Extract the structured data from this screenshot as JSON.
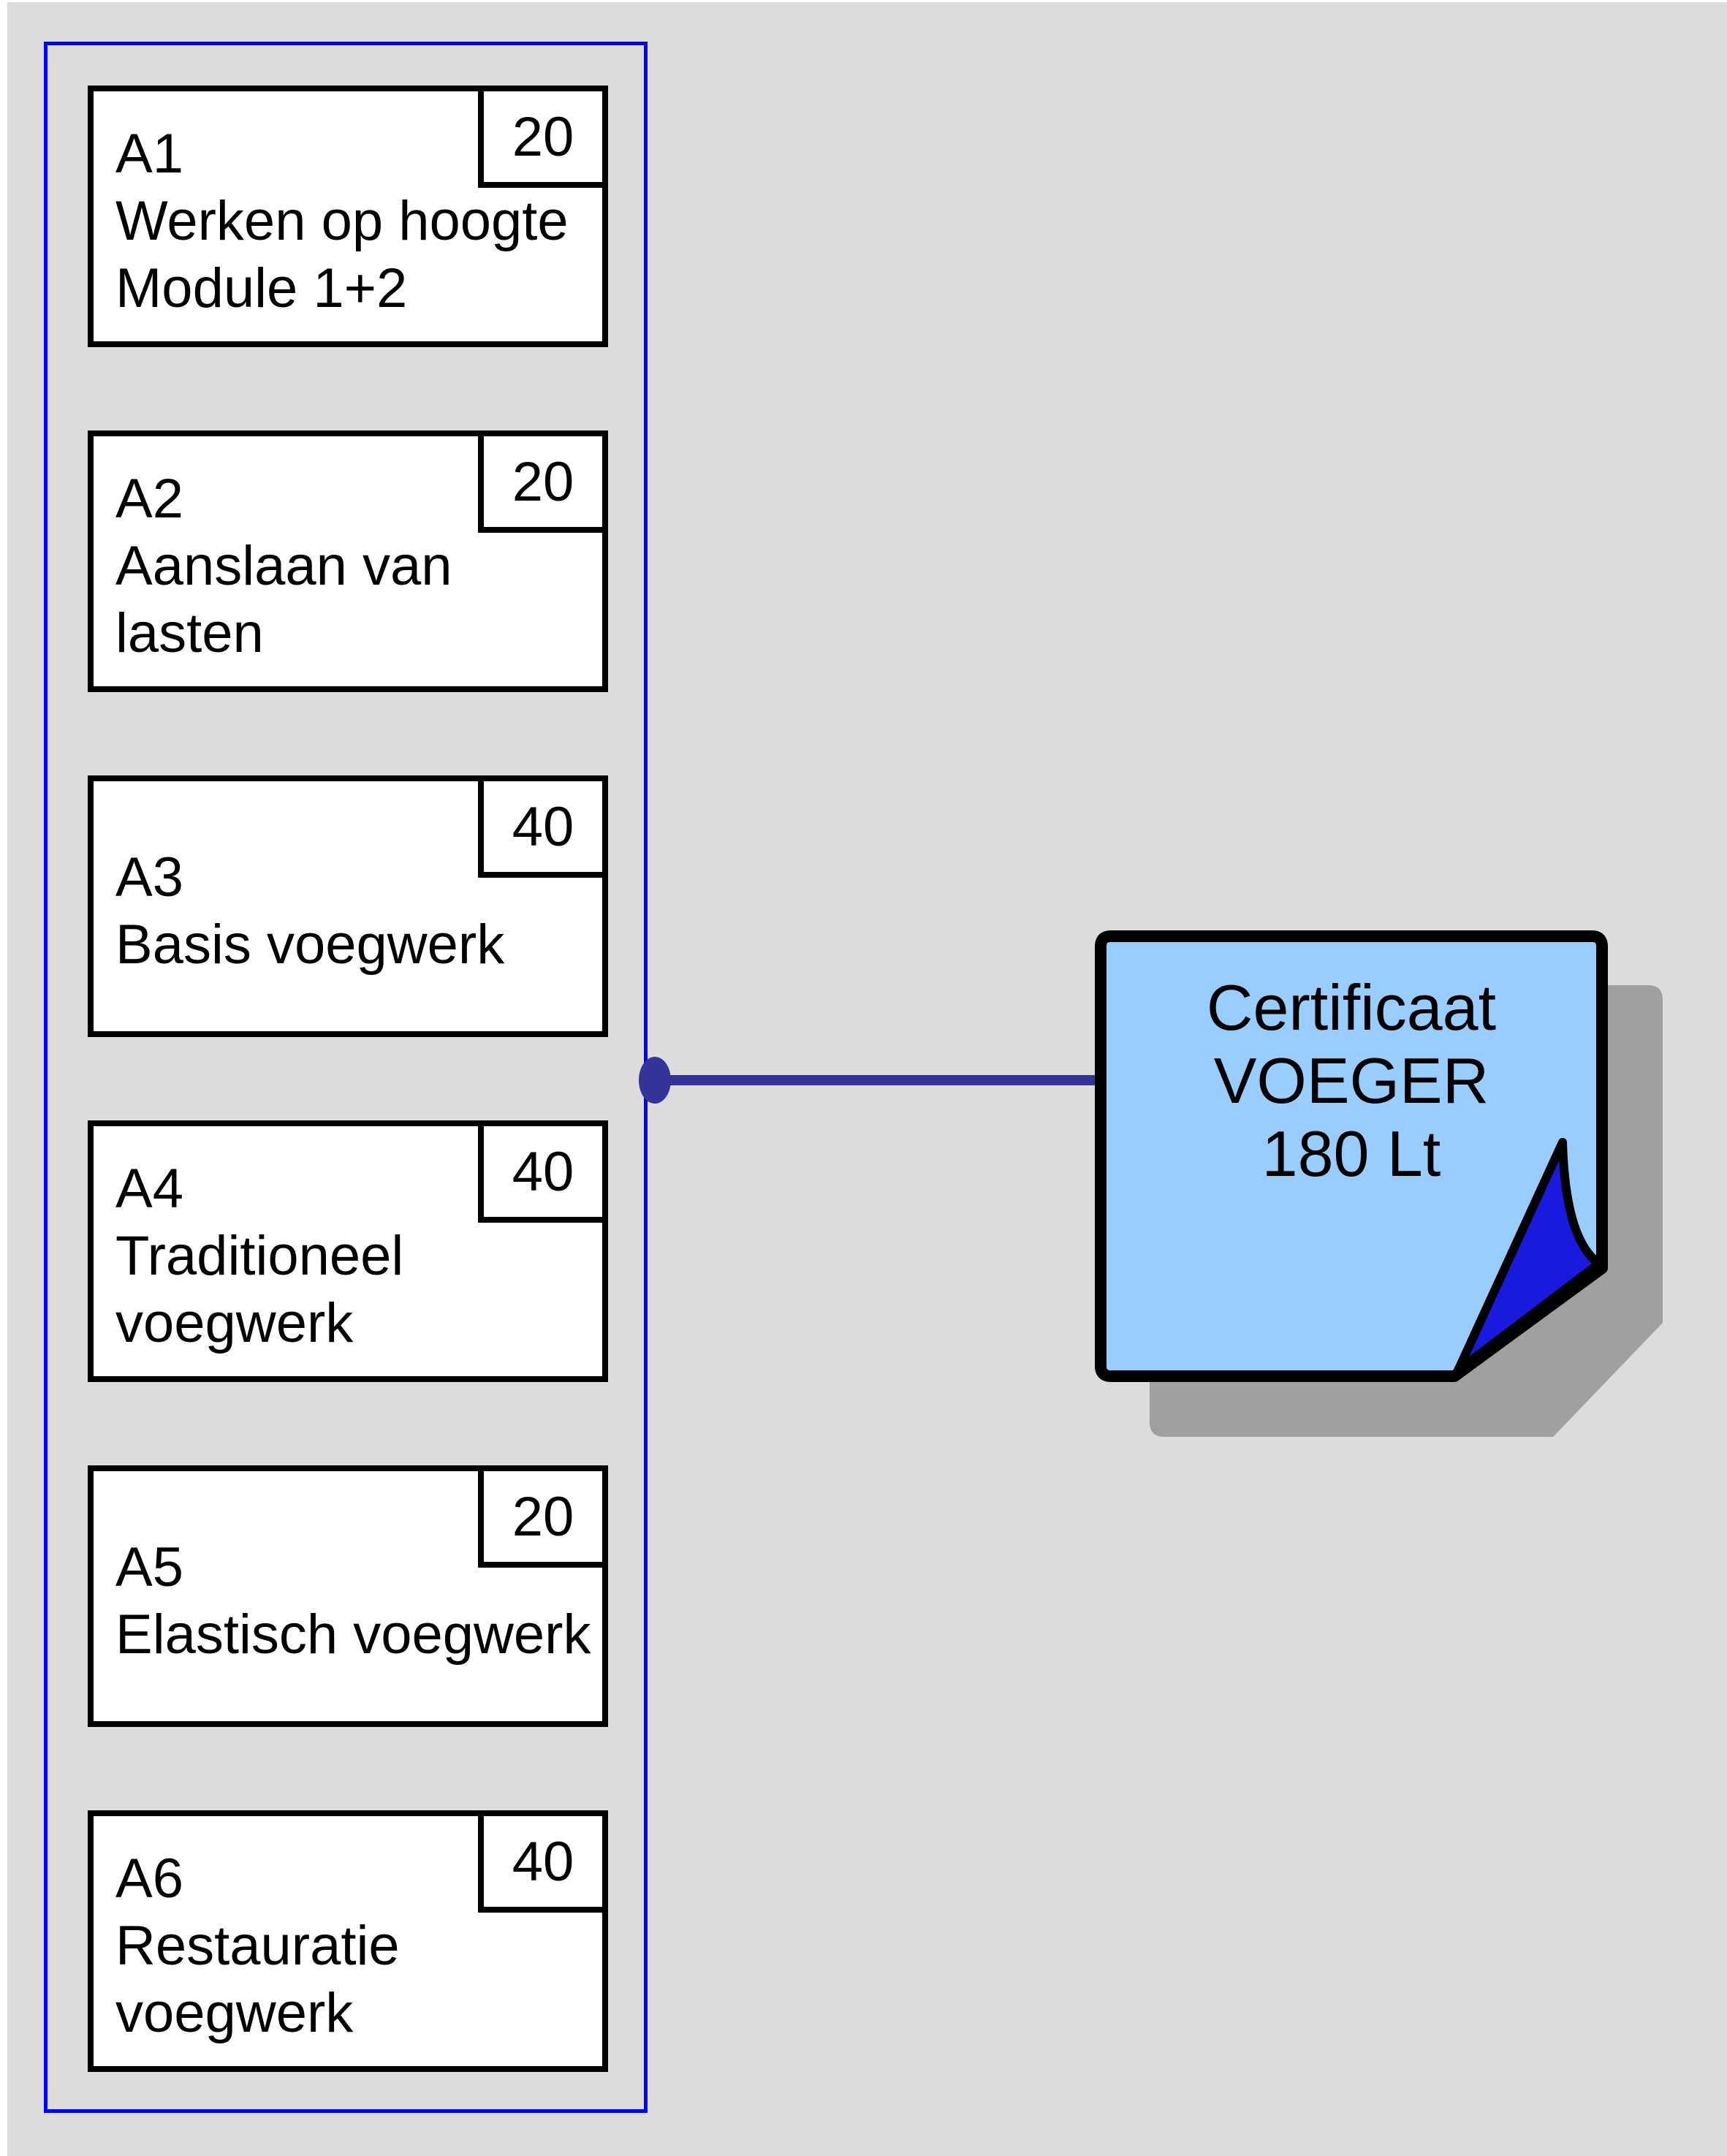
{
  "palette": {
    "background": "#DCDCDC",
    "panel_border": "#0000FF",
    "card_bg": "#FFFFFF",
    "card_border": "#000000",
    "connector": "#333399",
    "note_fill": "#99CCFF",
    "note_border": "#000000",
    "note_fold": "#1A1ADF",
    "note_shadow": "#A0A0A0",
    "text": "#000000"
  },
  "modules": [
    {
      "id": "A1",
      "title_lines": [
        "Werken op hoogte",
        "Module 1+2"
      ],
      "hours": "20"
    },
    {
      "id": "A2",
      "title_lines": [
        "Aanslaan van",
        "lasten"
      ],
      "hours": "20"
    },
    {
      "id": "A3",
      "title_lines": [
        "Basis voegwerk"
      ],
      "hours": "40"
    },
    {
      "id": "A4",
      "title_lines": [
        "Traditioneel",
        "voegwerk"
      ],
      "hours": "40"
    },
    {
      "id": "A5",
      "title_lines": [
        "Elastisch voegwerk"
      ],
      "hours": "20"
    },
    {
      "id": "A6",
      "title_lines": [
        "Restauratie",
        "voegwerk"
      ],
      "hours": "40"
    }
  ],
  "certificate": {
    "lines": [
      "Certificaat",
      "VOEGER",
      "180 Lt"
    ]
  }
}
